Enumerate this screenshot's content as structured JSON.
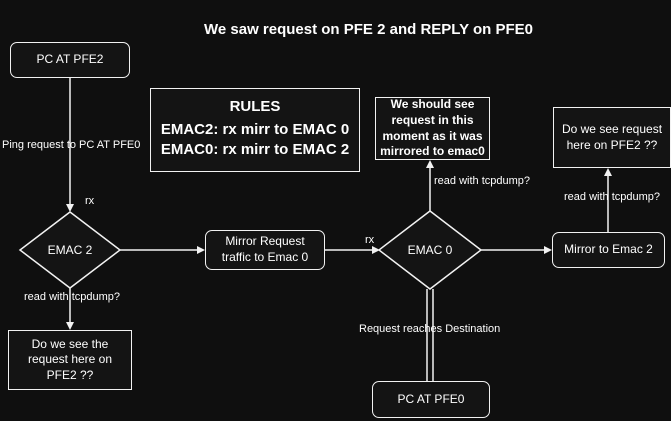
{
  "title": "We saw request on PFE 2 and REPLY on PFE0",
  "nodes": {
    "pc_pfe2": "PC AT PFE2",
    "emac2": "EMAC 2",
    "question_left": "Do we see the request here on PFE2 ??",
    "rules_title": "RULES",
    "rules_line1": "EMAC2: rx mirr to EMAC 0",
    "rules_line2": "EMAC0: rx mirr to EMAC 2",
    "mirror_request": "Mirror Request traffic to Emac 0",
    "emac0": "EMAC 0",
    "should_see": "We should see request in this moment as it was mirrored to emac0",
    "mirror_to_emac2": "Mirror to Emac 2",
    "question_right": "Do we see request here on PFE2 ??",
    "pc_pfe0": "PC AT PFE0"
  },
  "labels": {
    "ping_request": "Ping request to PC AT PFE0",
    "rx_left": "rx",
    "rx_mid": "rx",
    "tcpdump_left": "read with tcpdump?",
    "tcpdump_mid": "read with tcpdump?",
    "tcpdump_right": "read with tcpdump?",
    "reaches_destination": "Request reaches Destination"
  },
  "colors": {
    "background": "#0f0f0f",
    "stroke": "#f2f2f2",
    "text": "#ffffff"
  }
}
